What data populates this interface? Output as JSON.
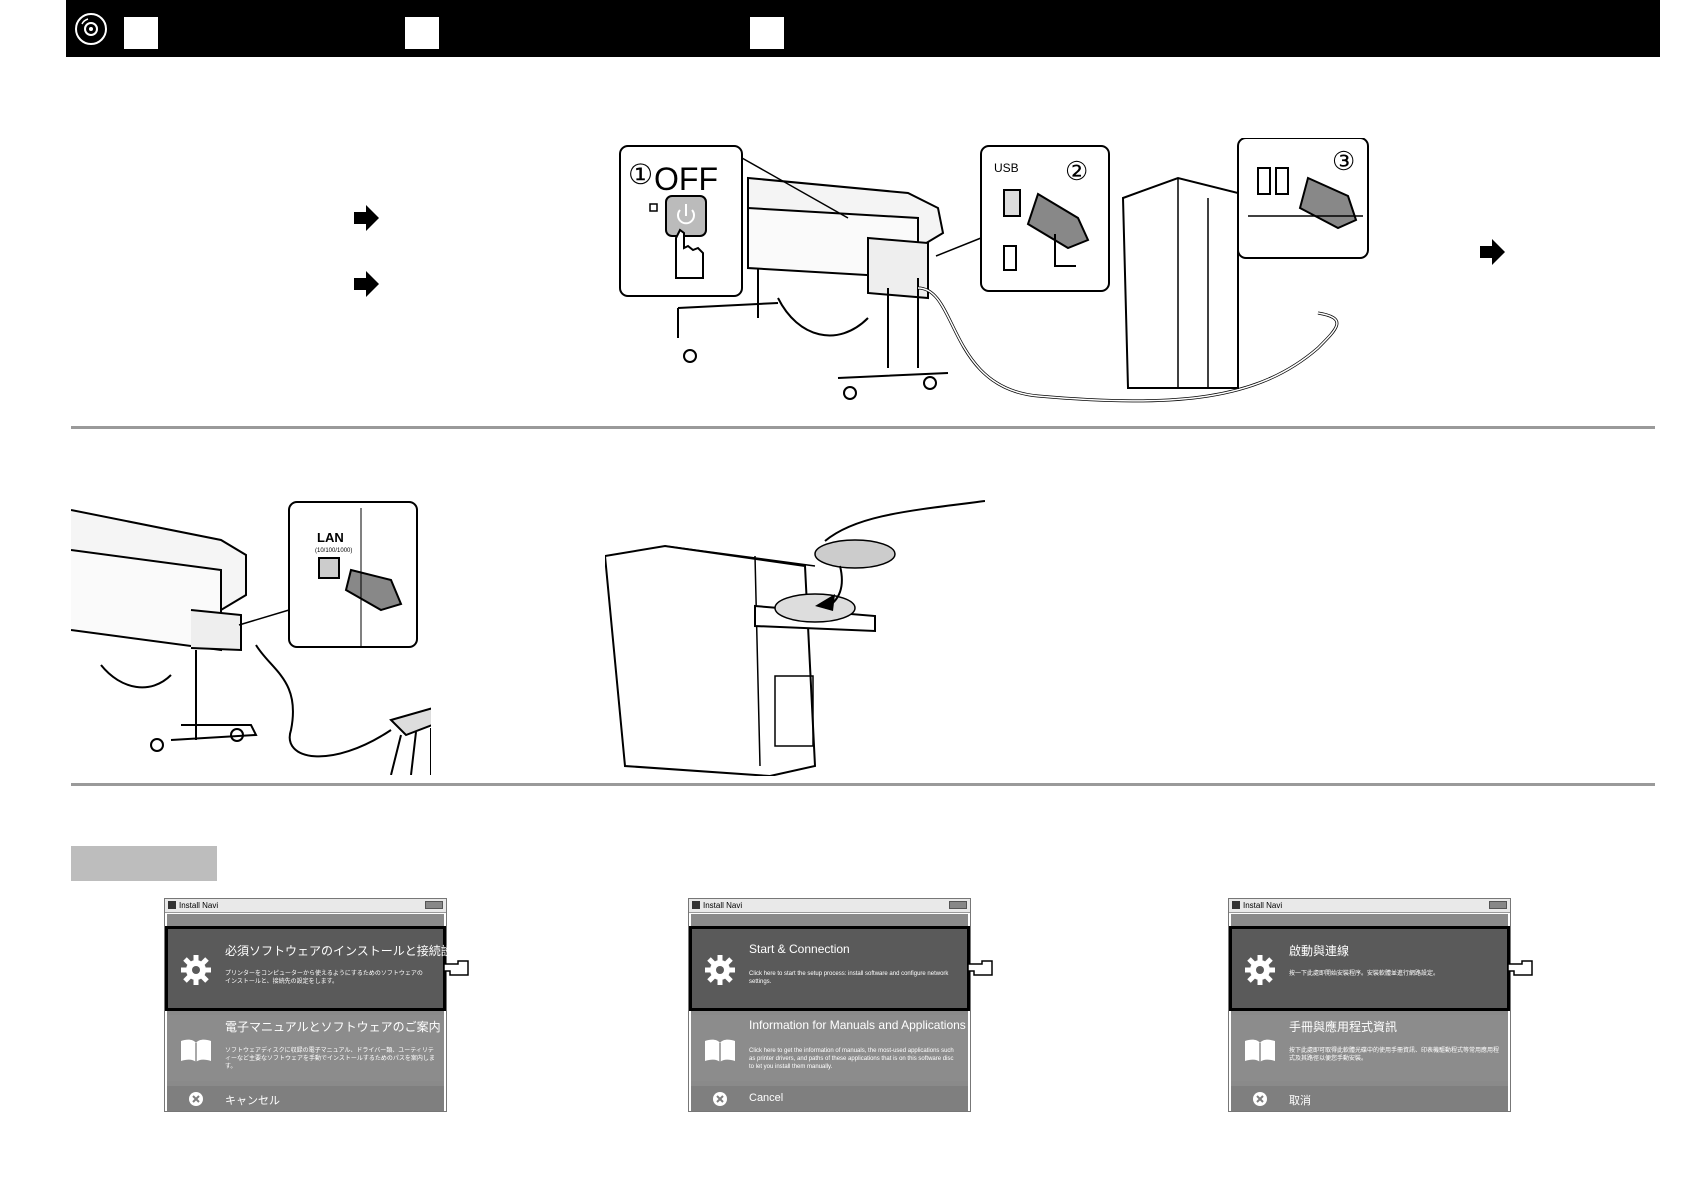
{
  "header": {
    "icons": [
      "disc-icon"
    ]
  },
  "usb_panel": {
    "step1_number": "①",
    "step1_label": "OFF",
    "step2_label": "USB",
    "step2_number": "②",
    "step3_number": "③"
  },
  "lan_panel": {
    "label": "LAN",
    "sublabel": "(10/100/1000)"
  },
  "install_windows": [
    {
      "title": "Install Navi",
      "item1_title": "必須ソフトウェアのインストールと接続設定",
      "item1_desc": "プリンターをコンピューターから使えるようにするためのソフトウェアのインストールと、接続先の設定をします。",
      "item2_title": "電子マニュアルとソフトウェアのご案内",
      "item2_desc": "ソフトウェアディスクに収録の電子マニュアル、ドライバー類、ユーティリティーなど主要なソフトウェアを手動でインストールするためのパスを案内します。",
      "cancel": "キャンセル"
    },
    {
      "title": "Install Navi",
      "item1_title": "Start & Connection",
      "item1_desc": "Click here to start the setup process: install software and configure network settings.",
      "item2_title": "Information for Manuals and Applications",
      "item2_desc": "Click here to get the information of manuals, the most-used applications such as printer drivers, and paths of these applications that is on this software disc to let you install them manually.",
      "cancel": "Cancel"
    },
    {
      "title": "Install Navi",
      "item1_title": "啟動與連線",
      "item1_desc": "按一下此處即開始安裝程序。安裝軟體並進行網路設定。",
      "item2_title": "手冊與應用程式資訊",
      "item2_desc": "按下此處即可取得此軟體光碟中的使用手冊資訊、印表機驅動程式等常用應用程式及其路徑以便您手動安裝。",
      "cancel": "取消"
    }
  ]
}
